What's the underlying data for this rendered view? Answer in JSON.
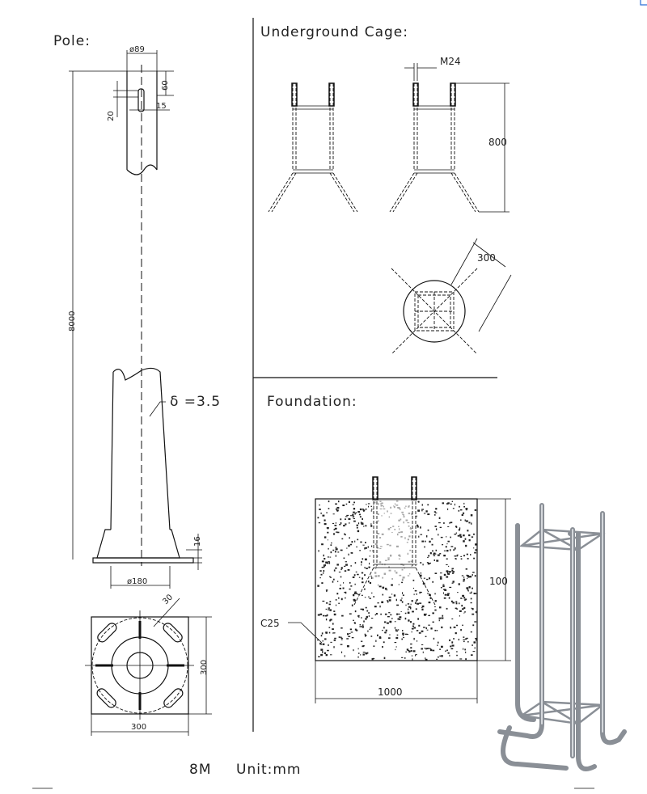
{
  "sections": {
    "pole_title": "Pole:",
    "cage_title": "Underground Cage:",
    "foundation_title": "Foundation:"
  },
  "pole": {
    "top_diameter": "ø89",
    "slot_offset": "60",
    "slot_length": "20",
    "slot_width": "15",
    "height": "8000",
    "thickness": "δ =3.5",
    "base_plate_thickness": "16",
    "base_diameter": "ø180"
  },
  "base_plate": {
    "hole_size": "30",
    "height": "300",
    "width": "300"
  },
  "cage": {
    "bolt": "M24",
    "height": "800",
    "spacing": "300"
  },
  "foundation": {
    "concrete": "C25",
    "depth": "100",
    "width": "1000"
  },
  "footer": {
    "model": "8M",
    "unit": "Unit:mm"
  },
  "colors": {
    "line": "#111111",
    "rod": "#8a8f96",
    "accent": "#2a6fd6"
  }
}
